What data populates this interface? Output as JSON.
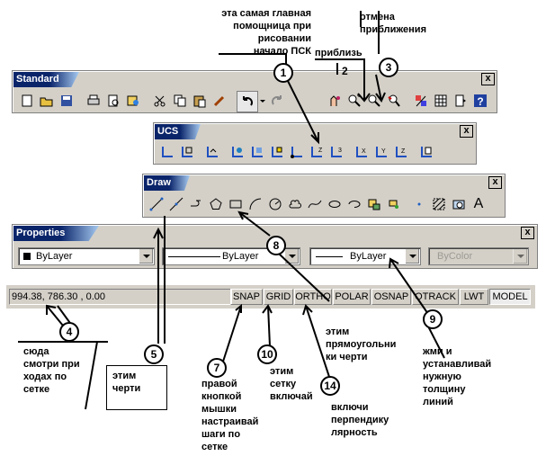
{
  "toolbars": {
    "standard": {
      "title": "Standard",
      "close": "x"
    },
    "ucs": {
      "title": "UCS",
      "close": "x"
    },
    "draw": {
      "title": "Draw",
      "close": "x",
      "text_tool": "A"
    },
    "properties": {
      "title": "Properties",
      "close": "x",
      "color_value": "ByLayer",
      "linetype_value": "ByLayer",
      "lineweight_value": "ByLayer",
      "plotstyle_value": "ByColor"
    }
  },
  "statusbar": {
    "coords": "994.38,  786.30 , 0.00",
    "buttons": [
      "SNAP",
      "GRID",
      "ORTHO",
      "POLAR",
      "OSNAP",
      "OTRACK",
      "LWT",
      "MODEL"
    ]
  },
  "annotations": {
    "n1": "1",
    "n2": "2",
    "n3": "3",
    "n4": "4",
    "n5": "5",
    "n7": "7",
    "n8": "8",
    "n9": "9",
    "n10": "10",
    "n14": "14",
    "ucs_note": "эта самая главная\nпомощница при рисовании\nначало ПСК",
    "zoom_note": "приблизь",
    "zoom_prev_note": "отмена\nприближения",
    "coords_note": "сюда\nсмотри при\nходах по\nсетке",
    "line_note": "этим\nчерти",
    "snap_note": "правой\nкнопкой\nмышки\nнастраивай\nшаги по\nсетке",
    "grid_note": "этим\nсетку\nвключай",
    "ortho_note": "включи\nперпендику\nлярность",
    "rect_note": "этим\nпрямоугольни\nки черти",
    "lw_note": "жми и\nустанавливай\nнужную\nтолщину\nлиний"
  },
  "icons": {
    "standard": [
      "new-icon",
      "open-icon",
      "save-icon",
      "print-icon",
      "preview-icon",
      "publish-icon",
      "cut-icon",
      "copy-icon",
      "paste-icon",
      "match-properties-icon",
      "undo-icon",
      "redo-icon",
      "pan-icon",
      "zoom-realtime-icon",
      "zoom-window-icon",
      "zoom-previous-icon",
      "properties-icon",
      "design-center-icon",
      "tool-palettes-icon",
      "help-icon"
    ],
    "ucs": [
      "ucs-icon",
      "ucs-previous-icon",
      "world-ucs-icon",
      "object-ucs-icon",
      "face-ucs-icon",
      "view-ucs-icon",
      "origin-ucs-icon",
      "zaxis-ucs-icon",
      "3point-ucs-icon",
      "x-rotate-icon",
      "y-rotate-icon",
      "z-rotate-icon",
      "apply-ucs-icon"
    ],
    "draw": [
      "line-icon",
      "construction-line-icon",
      "polyline-icon",
      "polygon-icon",
      "rectangle-icon",
      "arc-icon",
      "circle-icon",
      "revision-cloud-icon",
      "spline-icon",
      "ellipse-icon",
      "ellipse-arc-icon",
      "insert-block-icon",
      "make-block-icon",
      "point-icon",
      "hatch-icon",
      "region-icon",
      "text-icon"
    ]
  }
}
